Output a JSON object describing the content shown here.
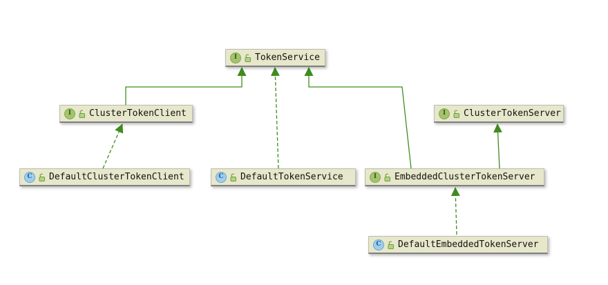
{
  "diagram": {
    "kind": "uml-class-inheritance-diagram",
    "background_color": "#ffffff",
    "node_fill_color": "#e7e7cb",
    "edge_color": "#3e8c1e",
    "nodes": {
      "tokenService": {
        "label": "TokenService",
        "type": "interface",
        "icon_letter": "I"
      },
      "clusterTokenClient": {
        "label": "ClusterTokenClient",
        "type": "interface",
        "icon_letter": "I"
      },
      "clusterTokenServer": {
        "label": "ClusterTokenServer",
        "type": "interface",
        "icon_letter": "I"
      },
      "defaultClusterTokenClient": {
        "label": "DefaultClusterTokenClient",
        "type": "class",
        "icon_letter": "C"
      },
      "defaultTokenService": {
        "label": "DefaultTokenService",
        "type": "class",
        "icon_letter": "C"
      },
      "embeddedClusterTokenServer": {
        "label": "EmbeddedClusterTokenServer",
        "type": "interface",
        "icon_letter": "I"
      },
      "defaultEmbeddedTokenServer": {
        "label": "DefaultEmbeddedTokenServer",
        "type": "class",
        "icon_letter": "C"
      }
    },
    "edges": [
      {
        "from": "ClusterTokenClient",
        "to": "TokenService",
        "line": "solid"
      },
      {
        "from": "DefaultTokenService",
        "to": "TokenService",
        "line": "dashed"
      },
      {
        "from": "EmbeddedClusterTokenServer",
        "to": "TokenService",
        "line": "solid"
      },
      {
        "from": "DefaultClusterTokenClient",
        "to": "ClusterTokenClient",
        "line": "dashed"
      },
      {
        "from": "EmbeddedClusterTokenServer",
        "to": "ClusterTokenServer",
        "line": "solid"
      },
      {
        "from": "DefaultEmbeddedTokenServer",
        "to": "EmbeddedClusterTokenServer",
        "line": "dashed"
      }
    ]
  }
}
